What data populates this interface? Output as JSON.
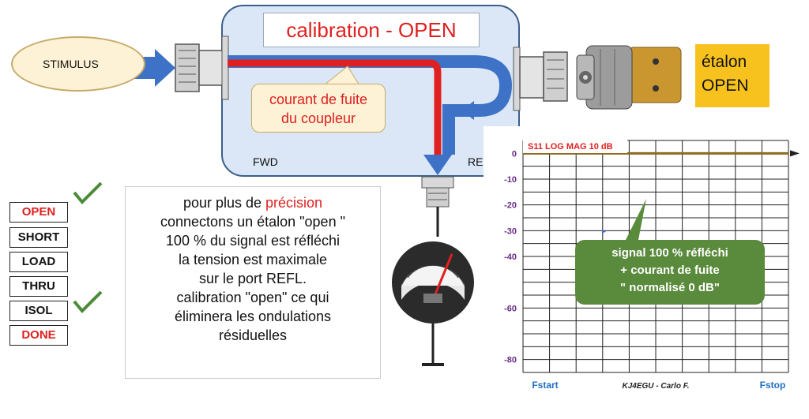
{
  "coupler": {
    "title": "calibration - OPEN",
    "stimulus": "STIMULUS",
    "leak_line1": "courant de fuite",
    "leak_line2": "du coupleur",
    "fwd": "FWD",
    "refl": "REFL"
  },
  "standard": {
    "line1": "étalon",
    "line2": "OPEN"
  },
  "menu": [
    {
      "label": "OPEN",
      "checked": true,
      "color": "#e02020"
    },
    {
      "label": "SHORT",
      "checked": false
    },
    {
      "label": "LOAD",
      "checked": false
    },
    {
      "label": "THRU",
      "checked": false
    },
    {
      "label": "ISOL",
      "checked": true
    },
    {
      "label": "DONE",
      "checked": false,
      "color": "#e02020"
    }
  ],
  "explanation": {
    "line1_before": "pour plus de ",
    "line1_emph": "précision",
    "line2": "connectons un étalon \"open \"",
    "line3": "100 % du signal est réfléchi",
    "line4": "la tension est maximale",
    "line5": "sur le port REFL.",
    "line6": "calibration \"open\" ce qui",
    "line7": "éliminera les ondulations",
    "line8": "résiduelles"
  },
  "callout": {
    "line1": "signal 100 % réfléchi",
    "line2": "+ courant de fuite",
    "line3": "\" normalisé  0 dB\""
  },
  "chart_data": {
    "type": "line",
    "title": "S11  LOG MAG  10 dB",
    "xlabel": "",
    "ylabel": "",
    "x_tick_labels": [
      "Fstart",
      "KJ4EGU - Carlo F.",
      "Fstop"
    ],
    "yticks": [
      0,
      -10,
      -20,
      -30,
      -40,
      -60,
      -80
    ],
    "ylim": [
      -85,
      5
    ],
    "series": [
      {
        "values": [
          0,
          0
        ]
      }
    ],
    "colors": {
      "trace": "#8a6a1e",
      "ytick": "#6a2d8a",
      "xtick": "#1f6fc2",
      "title": "#e02020"
    }
  }
}
